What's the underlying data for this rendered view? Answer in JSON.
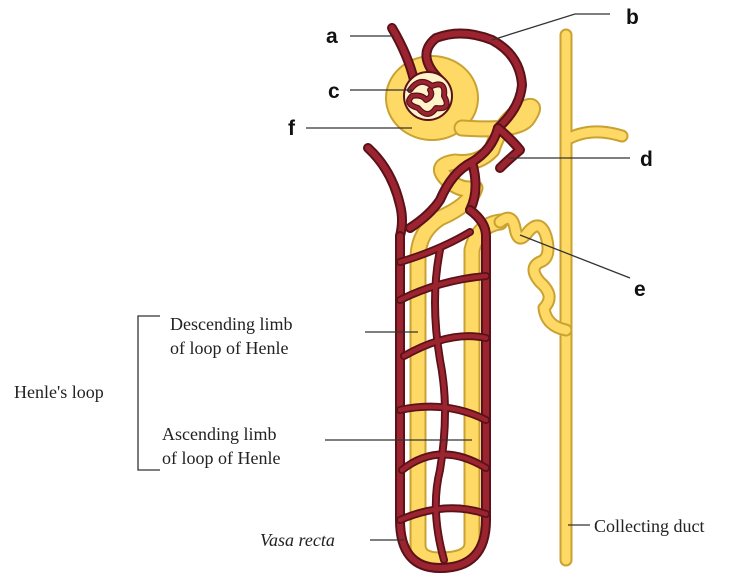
{
  "labels": {
    "a": "a",
    "b": "b",
    "c": "c",
    "d": "d",
    "e": "e",
    "f": "f",
    "descending_limb_line1": "Descending limb",
    "descending_limb_line2": "of loop of Henle",
    "ascending_limb_line1": "Ascending limb",
    "ascending_limb_line2": "of loop of Henle",
    "henles_loop": "Henle's loop",
    "vasa_recta": "Vasa recta",
    "collecting_duct": "Collecting duct"
  },
  "colors": {
    "tubule": "#ffd966",
    "tubule_outline": "#c9a232",
    "blood_vessel": "#9b2430",
    "blood_vessel_outline": "#5a1218",
    "text": "#222222"
  }
}
